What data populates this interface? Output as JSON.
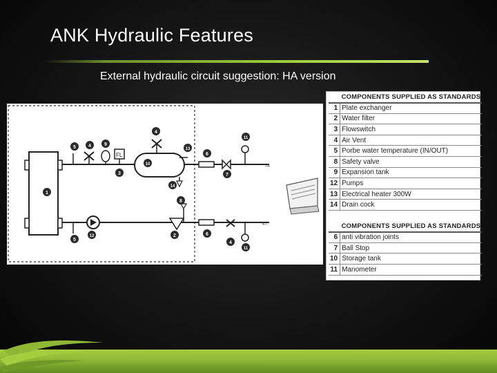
{
  "slide": {
    "title": "ANK Hydraulic Features",
    "subtitle": "External hydraulic circuit suggestion: HA version"
  },
  "colors": {
    "accent_green": "#9ccc3a",
    "background": "#141414",
    "marker_fill": "#2b2b2b"
  },
  "diagram": {
    "markers": [
      "1",
      "2",
      "3",
      "4",
      "5",
      "6",
      "7",
      "8",
      "9",
      "10",
      "11",
      "12",
      "13",
      "14"
    ],
    "fl_label": "FL",
    "arrow_out": "→",
    "arrow_in": "←"
  },
  "table_standard": {
    "header": "COMPONENTS SUPPLIED AS STANDARDS",
    "rows": [
      {
        "num": "1",
        "label": "Plate exchanger"
      },
      {
        "num": "2",
        "label": "Water filter"
      },
      {
        "num": "3",
        "label": "Flowswitch"
      },
      {
        "num": "4",
        "label": "Air Vent"
      },
      {
        "num": "5",
        "label": "Porbe water temperature (IN/OUT)"
      },
      {
        "num": "8",
        "label": "Safety valve"
      },
      {
        "num": "9",
        "label": "Expansion tank"
      },
      {
        "num": "12",
        "label": "Pumps"
      },
      {
        "num": "13",
        "label": "Electrical heater 300W"
      },
      {
        "num": "14",
        "label": "Drain cock"
      }
    ]
  },
  "table_optional": {
    "header": "COMPONENTS SUPPLIED AS STANDARDS",
    "rows": [
      {
        "num": "6",
        "label": "anti vibration joints"
      },
      {
        "num": "7",
        "label": "Ball Stop"
      },
      {
        "num": "10",
        "label": "Storage tank"
      },
      {
        "num": "11",
        "label": "Manometer"
      }
    ]
  }
}
